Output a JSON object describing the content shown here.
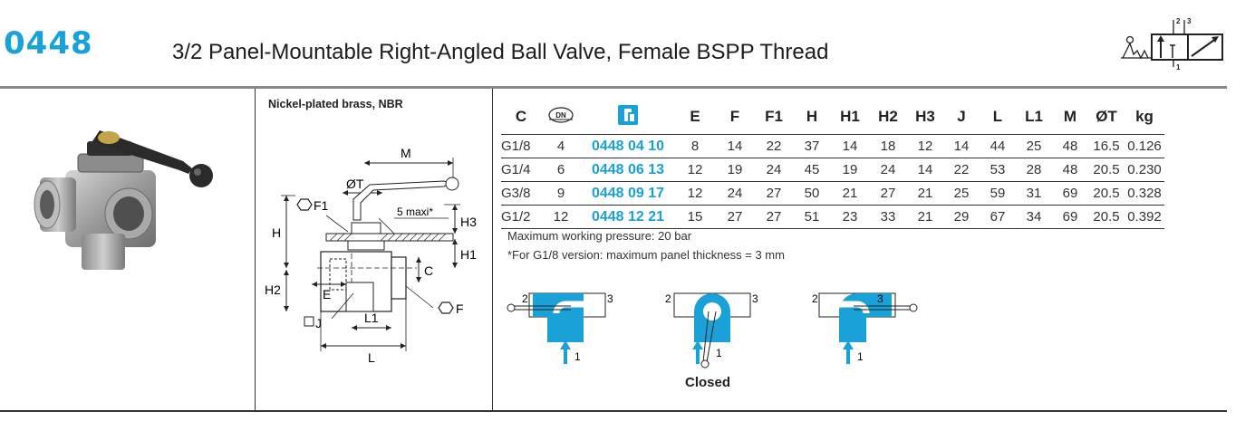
{
  "header": {
    "code": "0448",
    "title": "3/2 Panel-Mountable Right-Angled Ball Valve, Female BSPP Thread"
  },
  "material": "Nickel-plated brass, NBR",
  "drawing_labels": {
    "m": "M",
    "ot": "ØT",
    "f1": "F1",
    "five_maxi": "5 maxi*",
    "h3": "H3",
    "h": "H",
    "h1": "H1",
    "c": "C",
    "h2": "H2",
    "e": "E",
    "f": "F",
    "j": "J",
    "l1": "L1",
    "l": "L"
  },
  "table": {
    "columns": [
      "C",
      "DN",
      "",
      "E",
      "F",
      "F1",
      "H",
      "H1",
      "H2",
      "H3",
      "J",
      "L",
      "L1",
      "M",
      "ØT",
      "kg"
    ],
    "rows": [
      [
        "G1/8",
        "4",
        "0448 04 10",
        "8",
        "14",
        "22",
        "37",
        "14",
        "18",
        "12",
        "14",
        "44",
        "25",
        "48",
        "16.5",
        "0.126"
      ],
      [
        "G1/4",
        "6",
        "0448 06 13",
        "12",
        "19",
        "24",
        "45",
        "19",
        "24",
        "14",
        "22",
        "53",
        "28",
        "48",
        "20.5",
        "0.230"
      ],
      [
        "G3/8",
        "9",
        "0448 09 17",
        "12",
        "24",
        "27",
        "50",
        "21",
        "27",
        "21",
        "25",
        "59",
        "31",
        "69",
        "20.5",
        "0.328"
      ],
      [
        "G1/2",
        "12",
        "0448 12 21",
        "15",
        "27",
        "27",
        "51",
        "23",
        "33",
        "21",
        "29",
        "67",
        "34",
        "69",
        "20.5",
        "0.392"
      ]
    ]
  },
  "notes": {
    "pressure": "Maximum working pressure: 20 bar",
    "panel": "*For G1/8 version: maximum panel thickness = 3 mm"
  },
  "positions": {
    "port1": "1",
    "port2": "2",
    "port3": "3",
    "closed_label": "Closed"
  },
  "symbol": {
    "port1": "1",
    "port2": "2",
    "port3": "3"
  },
  "colors": {
    "brand_blue": "#1aa1d8",
    "flow_blue": "#1aa1d8",
    "rule_gray": "#888888"
  }
}
